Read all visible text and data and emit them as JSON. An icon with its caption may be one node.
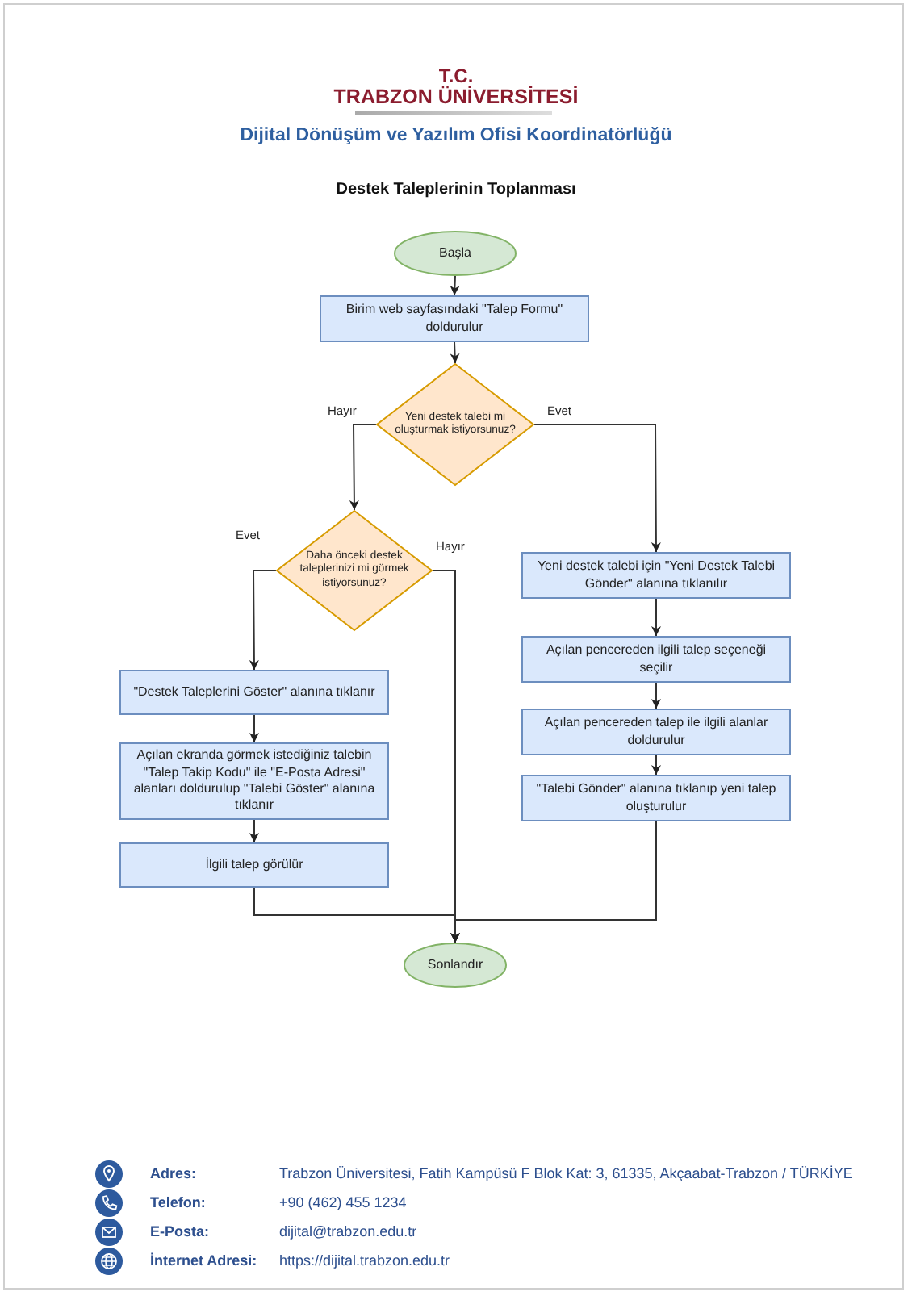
{
  "diagram": {
    "title": "Destek Taleplerinin Toplanması",
    "nodes": [
      {
        "text": [
          "Başla"
        ]
      },
      {
        "text": [
          "Birim web sayfasındaki \"Talep Formu\" doldurulur"
        ]
      },
      {
        "text": [
          "Yeni destek talebi  mi oluşturmak istiyorsunuz?"
        ]
      },
      {
        "text": [
          "Daha önceki destek taleplerinizi mi görmek istiyorsunuz?"
        ]
      },
      {
        "text": [
          "Yeni destek talebi için \"Yeni Destek Talebi Gönder\" alanına tıklanılır"
        ]
      },
      {
        "text": [
          "\"Destek Taleplerini Göster\" alanına tıklanır"
        ]
      },
      {
        "text": [
          "Açılan ekranda görmek istediğiniz talebin \"Talep Takip Kodu\" ile \"E-Posta Adresi\" alanları doldurulup \"Talebi Göster\" alanına tıklanır"
        ]
      },
      {
        "text": [
          "İlgili talep görülür"
        ]
      },
      {
        "text": [
          "Açılan pencereden ilgili talep seçeneği seçilir"
        ]
      },
      {
        "text": [
          "Açılan pencereden talep ile ilgili alanlar doldurulur"
        ]
      },
      {
        "text": [
          "\"Talebi Gönder\" alanına tıklanıp yeni talep oluşturulur"
        ]
      },
      {
        "text": [
          "Sonlandır"
        ]
      }
    ],
    "edges": [
      {
        "from": 0,
        "to": 1,
        "arrow": "to"
      },
      {
        "from": 1,
        "to": 2,
        "arrow": "to"
      },
      {
        "from": 2,
        "to": 3,
        "arrow": "to",
        "label": "Hayır"
      },
      {
        "from": 2,
        "to": 4,
        "arrow": "to",
        "label": "Evet"
      },
      {
        "from": 3,
        "to": 5,
        "arrow": "to",
        "label": "Evet"
      },
      {
        "from": 3,
        "to": 11,
        "arrow": "to",
        "label": "Hayır"
      },
      {
        "from": 4,
        "to": 8,
        "arrow": "to"
      },
      {
        "from": 8,
        "to": 9,
        "arrow": "to"
      },
      {
        "from": 9,
        "to": 10,
        "arrow": "to"
      },
      {
        "from": 5,
        "to": 6,
        "arrow": "to"
      },
      {
        "from": 6,
        "to": 7,
        "arrow": "to"
      },
      {
        "from": 7,
        "to": 11,
        "arrow": "to"
      },
      {
        "from": 10,
        "to": 11,
        "arrow": "to"
      }
    ],
    "labels": [
      "T.C.",
      "TRABZON ÜNİVERSİTESİ",
      "Dijital Dönüşüm ve Yazılım Ofisi Koordinatörlüğü",
      "Adres:",
      "Trabzon Üniversitesi, Fatih Kampüsü F Blok Kat: 3, 61335, Akçaabat-Trabzon / TÜRKİYE",
      "Telefon:",
      "+90 (462) 455 1234",
      "E-Posta:",
      "dijital@trabzon.edu.tr",
      "İnternet Adresi:",
      "https://dijital.trabzon.edu.tr"
    ]
  }
}
